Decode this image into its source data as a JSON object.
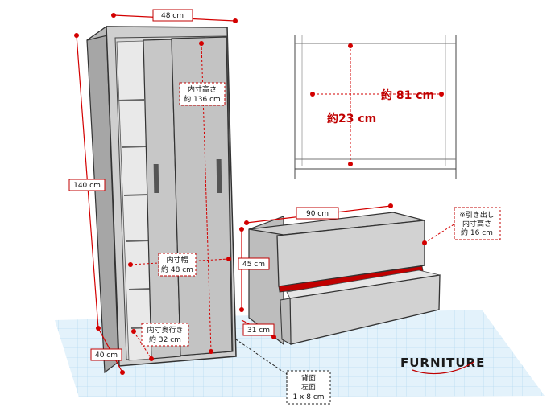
{
  "labels": {
    "top_width": "48 cm",
    "height_total": "140 cm",
    "inner_height_1": "内寸高さ",
    "inner_height_2": "約 136 cm",
    "inner_width_1": "内寸幅",
    "inner_width_2": "約 48 cm",
    "inner_depth_1": "内寸奥行き",
    "inner_depth_2": "約 32 cm",
    "depth": "40 cm",
    "drawer_width": "90 cm",
    "drawer_height": "45 cm",
    "drawer_depth": "31 cm",
    "drawer_inner_1": "※引き出し",
    "drawer_inner_2": "内寸高さ",
    "drawer_inner_3": "約 16 cm",
    "back_1": "背面",
    "back_2": "左面",
    "back_3": "1 x 8 cm",
    "inset_width": "約 81 cm",
    "inset_height": "約23 cm"
  },
  "logo": {
    "text": "FURNITURE"
  },
  "colors": {
    "accent": "#d30000",
    "grid": "#cfe6f5",
    "wood": "#c9c9c9"
  }
}
